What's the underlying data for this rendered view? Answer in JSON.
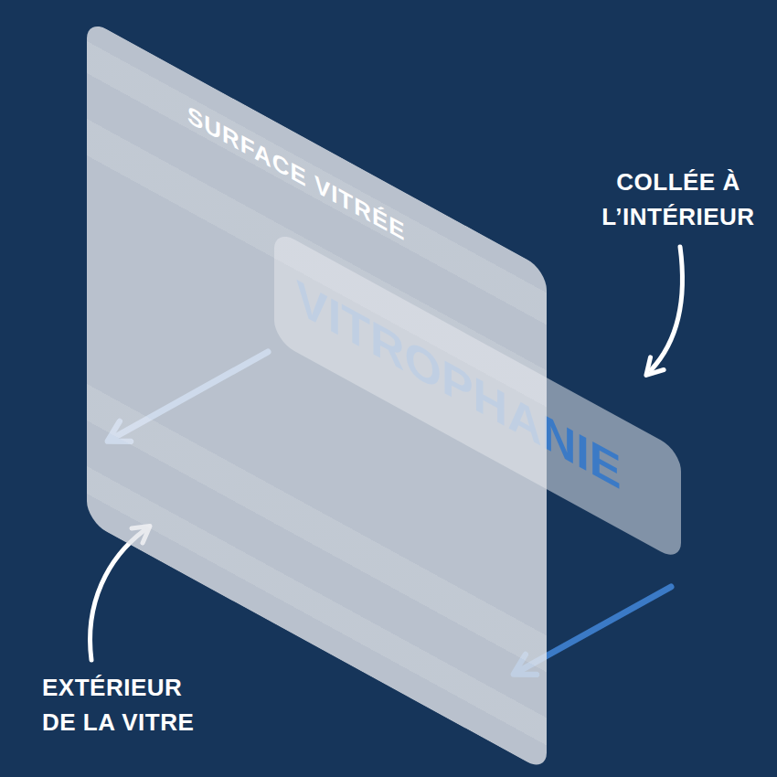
{
  "diagram": {
    "nodes": [
      {
        "text": [
          "SURFACE VITRÉE"
        ]
      },
      {
        "text": [
          "VITROPHANIE"
        ]
      }
    ],
    "labels": [
      "COLLÉE À L’INTÉRIEUR",
      "EXTÉRIEUR DE LA VITRE"
    ]
  }
}
